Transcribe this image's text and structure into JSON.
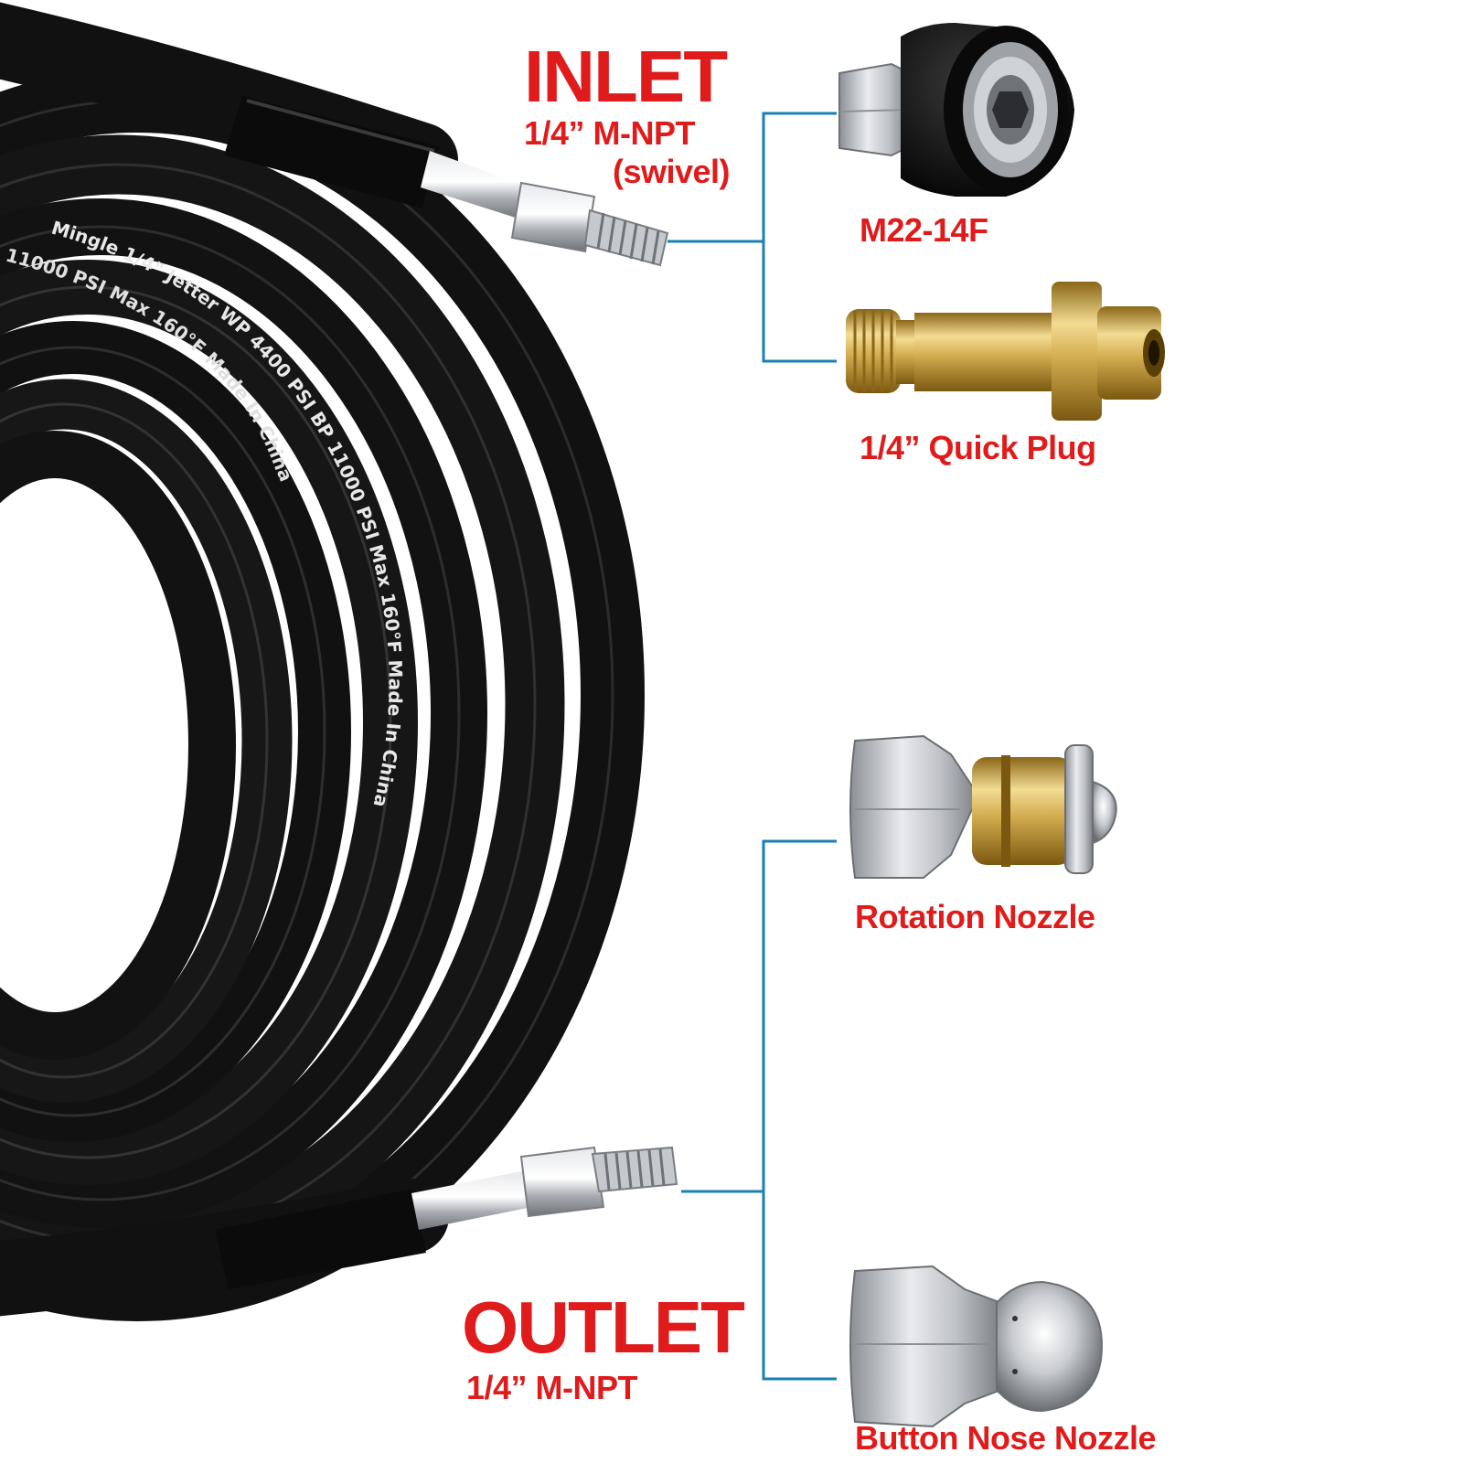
{
  "inlet": {
    "title": "INLET",
    "spec": "1/4”  M-NPT",
    "note": "(swivel)"
  },
  "outlet": {
    "title": "OUTLET",
    "spec": "1/4”  M-NPT"
  },
  "hose_print": {
    "line1": "Mingle 1/4\" Jetter WP 4400 PSI BP 11000 PSI Max 160°F Made In China",
    "line2": "11000 PSI Max 160°F Made In China"
  },
  "parts": {
    "m22": "M22-14F",
    "quick_plug": "1/4”  Quick Plug",
    "rotation": "Rotation Nozzle",
    "button": "Button Nose Nozzle"
  },
  "colors": {
    "label_red": "#e01b1b",
    "leader_blue": "#1a7fb5",
    "hose_black": "#111111",
    "brass": "#c8a24a",
    "steel": "#b9bcc0"
  }
}
